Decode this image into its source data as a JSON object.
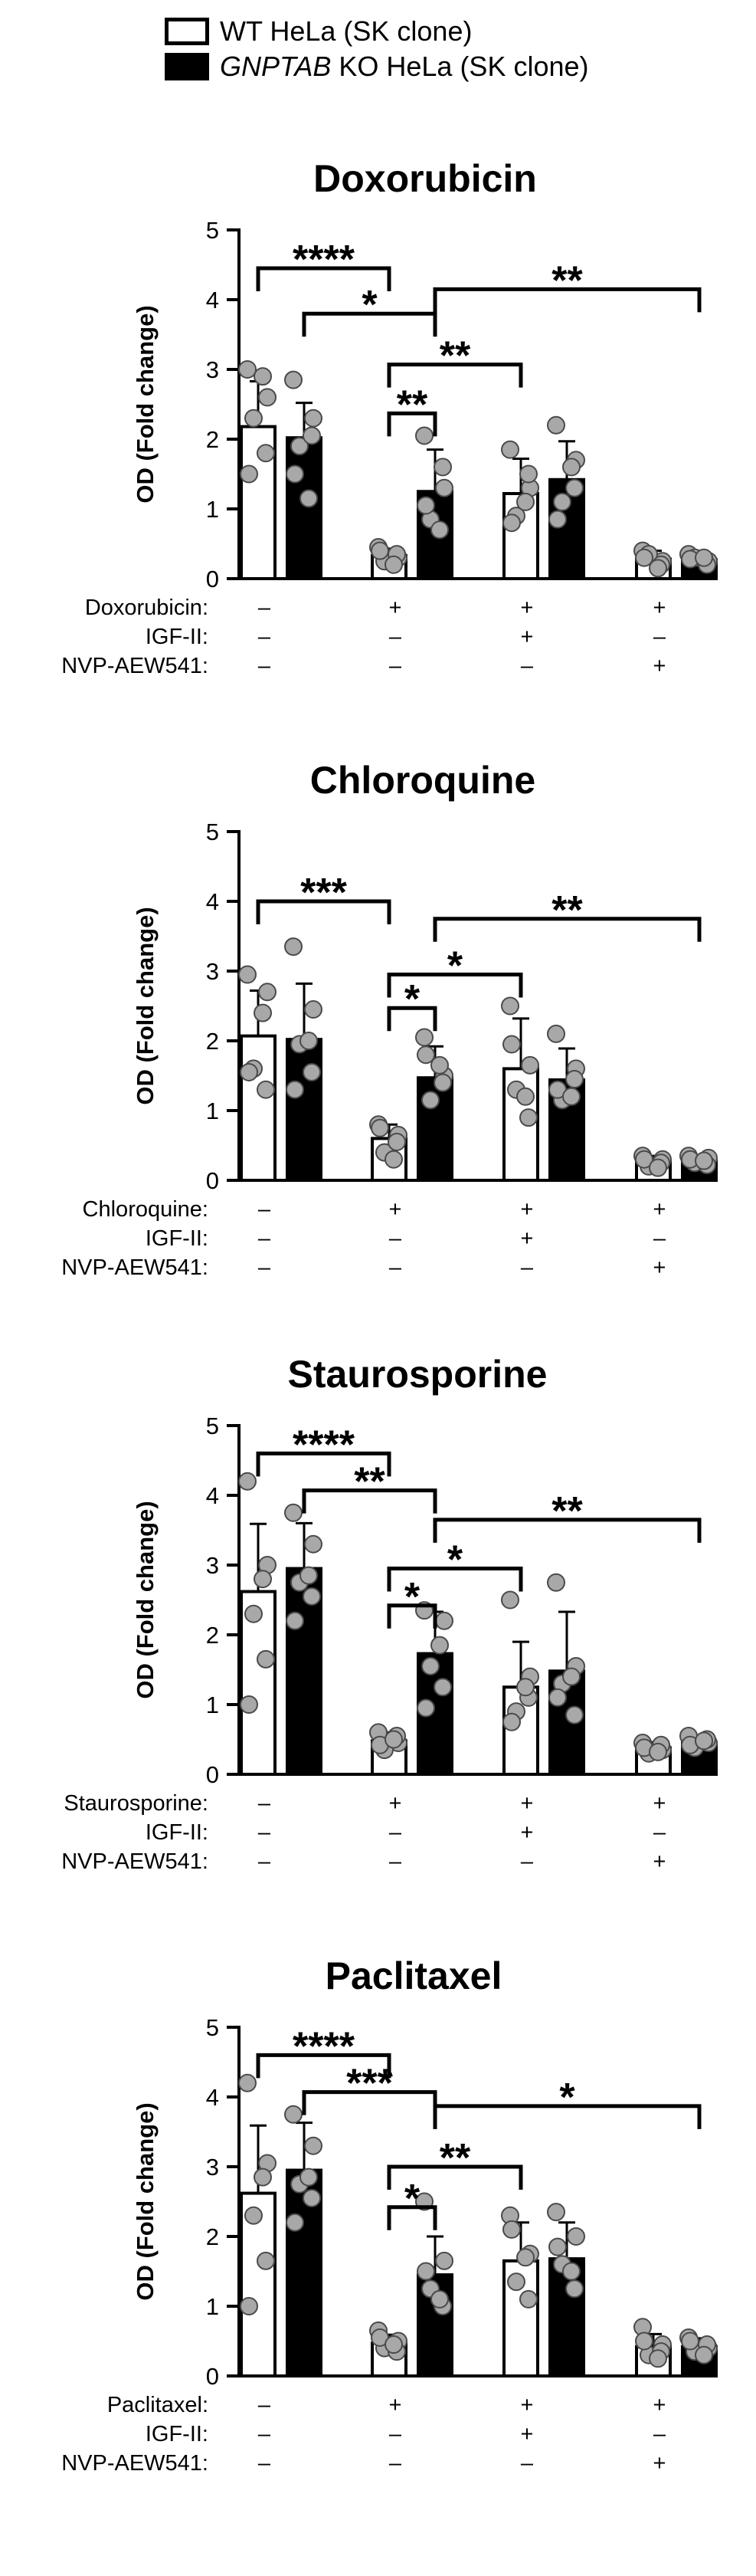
{
  "legend": [
    {
      "name": "WT HeLa (SK clone)",
      "style": "open"
    },
    {
      "name_italic": "GNPTAB",
      "name_rest": " KO HeLa (SK clone)",
      "style": "filled"
    }
  ],
  "colors": {
    "axis": "#000000",
    "point_fill": "#a8a8a8",
    "open_bar": "#ffffff",
    "filled_bar": "#000000"
  },
  "chart_data": [
    {
      "type": "bar",
      "title": "Doxorubicin",
      "ylabel": "OD (Fold change)",
      "ylim": [
        0,
        5
      ],
      "yticks": [
        "0",
        "1",
        "2",
        "3",
        "4",
        "5"
      ],
      "treatment_rows": [
        {
          "label": "Doxorubicin:",
          "marks": [
            "–",
            "+",
            "+",
            "+"
          ]
        },
        {
          "label": "IGF-II:",
          "marks": [
            "–",
            "–",
            "+",
            "–"
          ]
        },
        {
          "label": "NVP-AEW541:",
          "marks": [
            "–",
            "–",
            "–",
            "+"
          ]
        }
      ],
      "series": [
        {
          "name": "WT HeLa (SK clone)",
          "values": [
            2.18,
            0.33,
            1.22,
            0.28
          ],
          "sd": [
            0.65,
            0.1,
            0.5,
            0.12
          ],
          "points": [
            [
              3.0,
              2.6,
              2.3,
              1.8,
              1.5,
              2.9
            ],
            [
              0.45,
              0.3,
              0.25,
              0.35,
              0.4,
              0.2
            ],
            [
              1.85,
              1.3,
              0.9,
              1.5,
              0.8,
              1.1
            ],
            [
              0.4,
              0.25,
              0.35,
              0.2,
              0.3,
              0.15
            ]
          ]
        },
        {
          "name": "GNPTAB KO HeLa (SK clone)",
          "values": [
            2.02,
            1.25,
            1.42,
            0.27
          ],
          "sd": [
            0.5,
            0.6,
            0.55,
            0.08
          ],
          "points": [
            [
              2.85,
              2.3,
              1.9,
              2.05,
              1.5,
              1.15
            ],
            [
              2.05,
              1.3,
              0.85,
              1.6,
              1.05,
              0.7
            ],
            [
              2.2,
              1.7,
              1.1,
              1.3,
              0.85,
              1.6
            ],
            [
              0.35,
              0.25,
              0.3,
              0.2,
              0.28,
              0.3
            ]
          ]
        }
      ],
      "significance": [
        {
          "label": "****",
          "from": [
            0,
            0
          ],
          "to": [
            1,
            0
          ],
          "y": 4.45
        },
        {
          "label": "*",
          "from": [
            0,
            1
          ],
          "to": [
            1,
            1
          ],
          "y": 3.8
        },
        {
          "label": "**",
          "from": [
            1,
            1
          ],
          "to": [
            3,
            1
          ],
          "y": 4.15
        },
        {
          "label": "**",
          "from": [
            1,
            0
          ],
          "to": [
            2,
            0
          ],
          "y": 3.07
        },
        {
          "label": "**",
          "from": [
            1,
            0
          ],
          "to": [
            1,
            1
          ],
          "y": 2.37
        }
      ]
    },
    {
      "type": "bar",
      "title": "Chloroquine",
      "ylabel": "OD (Fold change)",
      "ylim": [
        0,
        5
      ],
      "yticks": [
        "0",
        "1",
        "2",
        "3",
        "4",
        "5"
      ],
      "treatment_rows": [
        {
          "label": "Chloroquine:",
          "marks": [
            "–",
            "+",
            "+",
            "+"
          ]
        },
        {
          "label": "IGF-II:",
          "marks": [
            "–",
            "–",
            "+",
            "–"
          ]
        },
        {
          "label": "NVP-AEW541:",
          "marks": [
            "–",
            "–",
            "–",
            "+"
          ]
        }
      ],
      "series": [
        {
          "name": "WT HeLa (SK clone)",
          "values": [
            2.07,
            0.6,
            1.6,
            0.27
          ],
          "sd": [
            0.65,
            0.2,
            0.72,
            0.08
          ],
          "points": [
            [
              2.95,
              2.7,
              1.6,
              1.3,
              1.55,
              2.4
            ],
            [
              0.8,
              0.65,
              0.4,
              0.55,
              0.75,
              0.3
            ],
            [
              2.5,
              1.65,
              1.3,
              0.9,
              1.95,
              1.2
            ],
            [
              0.35,
              0.3,
              0.2,
              0.25,
              0.3,
              0.18
            ]
          ]
        },
        {
          "name": "GNPTAB KO HeLa (SK clone)",
          "values": [
            2.02,
            1.47,
            1.44,
            0.28
          ],
          "sd": [
            0.8,
            0.45,
            0.45,
            0.08
          ],
          "points": [
            [
              3.35,
              2.45,
              1.95,
              1.55,
              1.3,
              2.0
            ],
            [
              2.05,
              1.5,
              1.15,
              1.4,
              1.8,
              1.65
            ],
            [
              2.1,
              1.6,
              1.15,
              1.45,
              1.3,
              1.2
            ],
            [
              0.35,
              0.32,
              0.25,
              0.22,
              0.3,
              0.28
            ]
          ]
        }
      ],
      "significance": [
        {
          "label": "***",
          "from": [
            0,
            0
          ],
          "to": [
            1,
            0
          ],
          "y": 4.0
        },
        {
          "label": "**",
          "from": [
            1,
            1
          ],
          "to": [
            3,
            1
          ],
          "y": 3.75
        },
        {
          "label": "*",
          "from": [
            1,
            0
          ],
          "to": [
            2,
            0
          ],
          "y": 2.95
        },
        {
          "label": "*",
          "from": [
            1,
            0
          ],
          "to": [
            1,
            1
          ],
          "y": 2.47
        }
      ]
    },
    {
      "type": "bar",
      "title": "Staurosporine",
      "ylabel": "OD (Fold change)",
      "ylim": [
        0,
        5
      ],
      "yticks": [
        "0",
        "1",
        "2",
        "3",
        "4",
        "5"
      ],
      "treatment_rows": [
        {
          "label": "Staurosporine:",
          "marks": [
            "–",
            "+",
            "+",
            "+"
          ]
        },
        {
          "label": "IGF-II:",
          "marks": [
            "–",
            "–",
            "+",
            "–"
          ]
        },
        {
          "label": "NVP-AEW541:",
          "marks": [
            "–",
            "–",
            "–",
            "+"
          ]
        }
      ],
      "series": [
        {
          "name": "WT HeLa (SK clone)",
          "values": [
            2.62,
            0.48,
            1.25,
            0.38
          ],
          "sd": [
            0.97,
            0.12,
            0.65,
            0.08
          ],
          "points": [
            [
              4.2,
              3.0,
              2.3,
              1.65,
              1.0,
              2.8
            ],
            [
              0.6,
              0.45,
              0.35,
              0.55,
              0.42,
              0.5
            ],
            [
              2.5,
              1.4,
              0.9,
              1.1,
              0.75,
              1.25
            ],
            [
              0.45,
              0.35,
              0.3,
              0.42,
              0.38,
              0.32
            ]
          ]
        },
        {
          "name": "GNPTAB KO HeLa (SK clone)",
          "values": [
            2.95,
            1.73,
            1.48,
            0.45
          ],
          "sd": [
            0.65,
            0.6,
            0.85,
            0.1
          ],
          "points": [
            [
              3.75,
              3.3,
              2.75,
              2.55,
              2.2,
              2.85
            ],
            [
              2.35,
              2.2,
              1.55,
              1.25,
              0.95,
              1.85
            ],
            [
              2.75,
              1.55,
              1.3,
              0.85,
              1.1,
              1.4
            ],
            [
              0.55,
              0.45,
              0.38,
              0.5,
              0.42,
              0.48
            ]
          ]
        }
      ],
      "significance": [
        {
          "label": "****",
          "from": [
            0,
            0
          ],
          "to": [
            1,
            0
          ],
          "y": 4.6
        },
        {
          "label": "**",
          "from": [
            0,
            1
          ],
          "to": [
            1,
            1
          ],
          "y": 4.07
        },
        {
          "label": "**",
          "from": [
            1,
            1
          ],
          "to": [
            3,
            1
          ],
          "y": 3.65
        },
        {
          "label": "*",
          "from": [
            1,
            0
          ],
          "to": [
            2,
            0
          ],
          "y": 2.95
        },
        {
          "label": "*",
          "from": [
            1,
            0
          ],
          "to": [
            1,
            1
          ],
          "y": 2.42
        }
      ]
    },
    {
      "type": "bar",
      "title": "Paclitaxel",
      "ylabel": "OD (Fold change)",
      "ylim": [
        0,
        5
      ],
      "yticks": [
        "0",
        "1",
        "2",
        "3",
        "4",
        "5"
      ],
      "treatment_rows": [
        {
          "label": "Paclitaxel:",
          "marks": [
            "–",
            "+",
            "+",
            "+"
          ]
        },
        {
          "label": "IGF-II:",
          "marks": [
            "–",
            "–",
            "+",
            "–"
          ]
        },
        {
          "label": "NVP-AEW541:",
          "marks": [
            "–",
            "–",
            "–",
            "+"
          ]
        }
      ],
      "series": [
        {
          "name": "WT HeLa (SK clone)",
          "values": [
            2.62,
            0.47,
            1.65,
            0.42
          ],
          "sd": [
            0.97,
            0.12,
            0.55,
            0.18
          ],
          "points": [
            [
              4.2,
              3.05,
              2.3,
              1.65,
              1.0,
              2.85
            ],
            [
              0.65,
              0.5,
              0.4,
              0.35,
              0.55,
              0.45
            ],
            [
              2.3,
              1.75,
              1.35,
              1.1,
              2.1,
              1.7
            ],
            [
              0.7,
              0.45,
              0.3,
              0.35,
              0.5,
              0.25
            ]
          ]
        },
        {
          "name": "GNPTAB KO HeLa (SK clone)",
          "values": [
            2.95,
            1.45,
            1.68,
            0.42
          ],
          "sd": [
            0.68,
            0.55,
            0.52,
            0.12
          ],
          "points": [
            [
              3.75,
              3.3,
              2.75,
              2.55,
              2.2,
              2.85
            ],
            [
              2.5,
              1.65,
              1.25,
              1.0,
              1.5,
              1.1
            ],
            [
              2.35,
              2.0,
              1.6,
              1.25,
              1.85,
              1.5
            ],
            [
              0.55,
              0.4,
              0.35,
              0.45,
              0.5,
              0.3
            ]
          ]
        }
      ],
      "significance": [
        {
          "label": "****",
          "from": [
            0,
            0
          ],
          "to": [
            1,
            0
          ],
          "y": 4.6
        },
        {
          "label": "***",
          "from": [
            0,
            1
          ],
          "to": [
            1,
            1
          ],
          "y": 4.07
        },
        {
          "label": "*",
          "from": [
            1,
            1
          ],
          "to": [
            3,
            1
          ],
          "y": 3.87
        },
        {
          "label": "**",
          "from": [
            1,
            0
          ],
          "to": [
            2,
            0
          ],
          "y": 3.0
        },
        {
          "label": "*",
          "from": [
            1,
            0
          ],
          "to": [
            1,
            1
          ],
          "y": 2.42
        }
      ]
    }
  ]
}
